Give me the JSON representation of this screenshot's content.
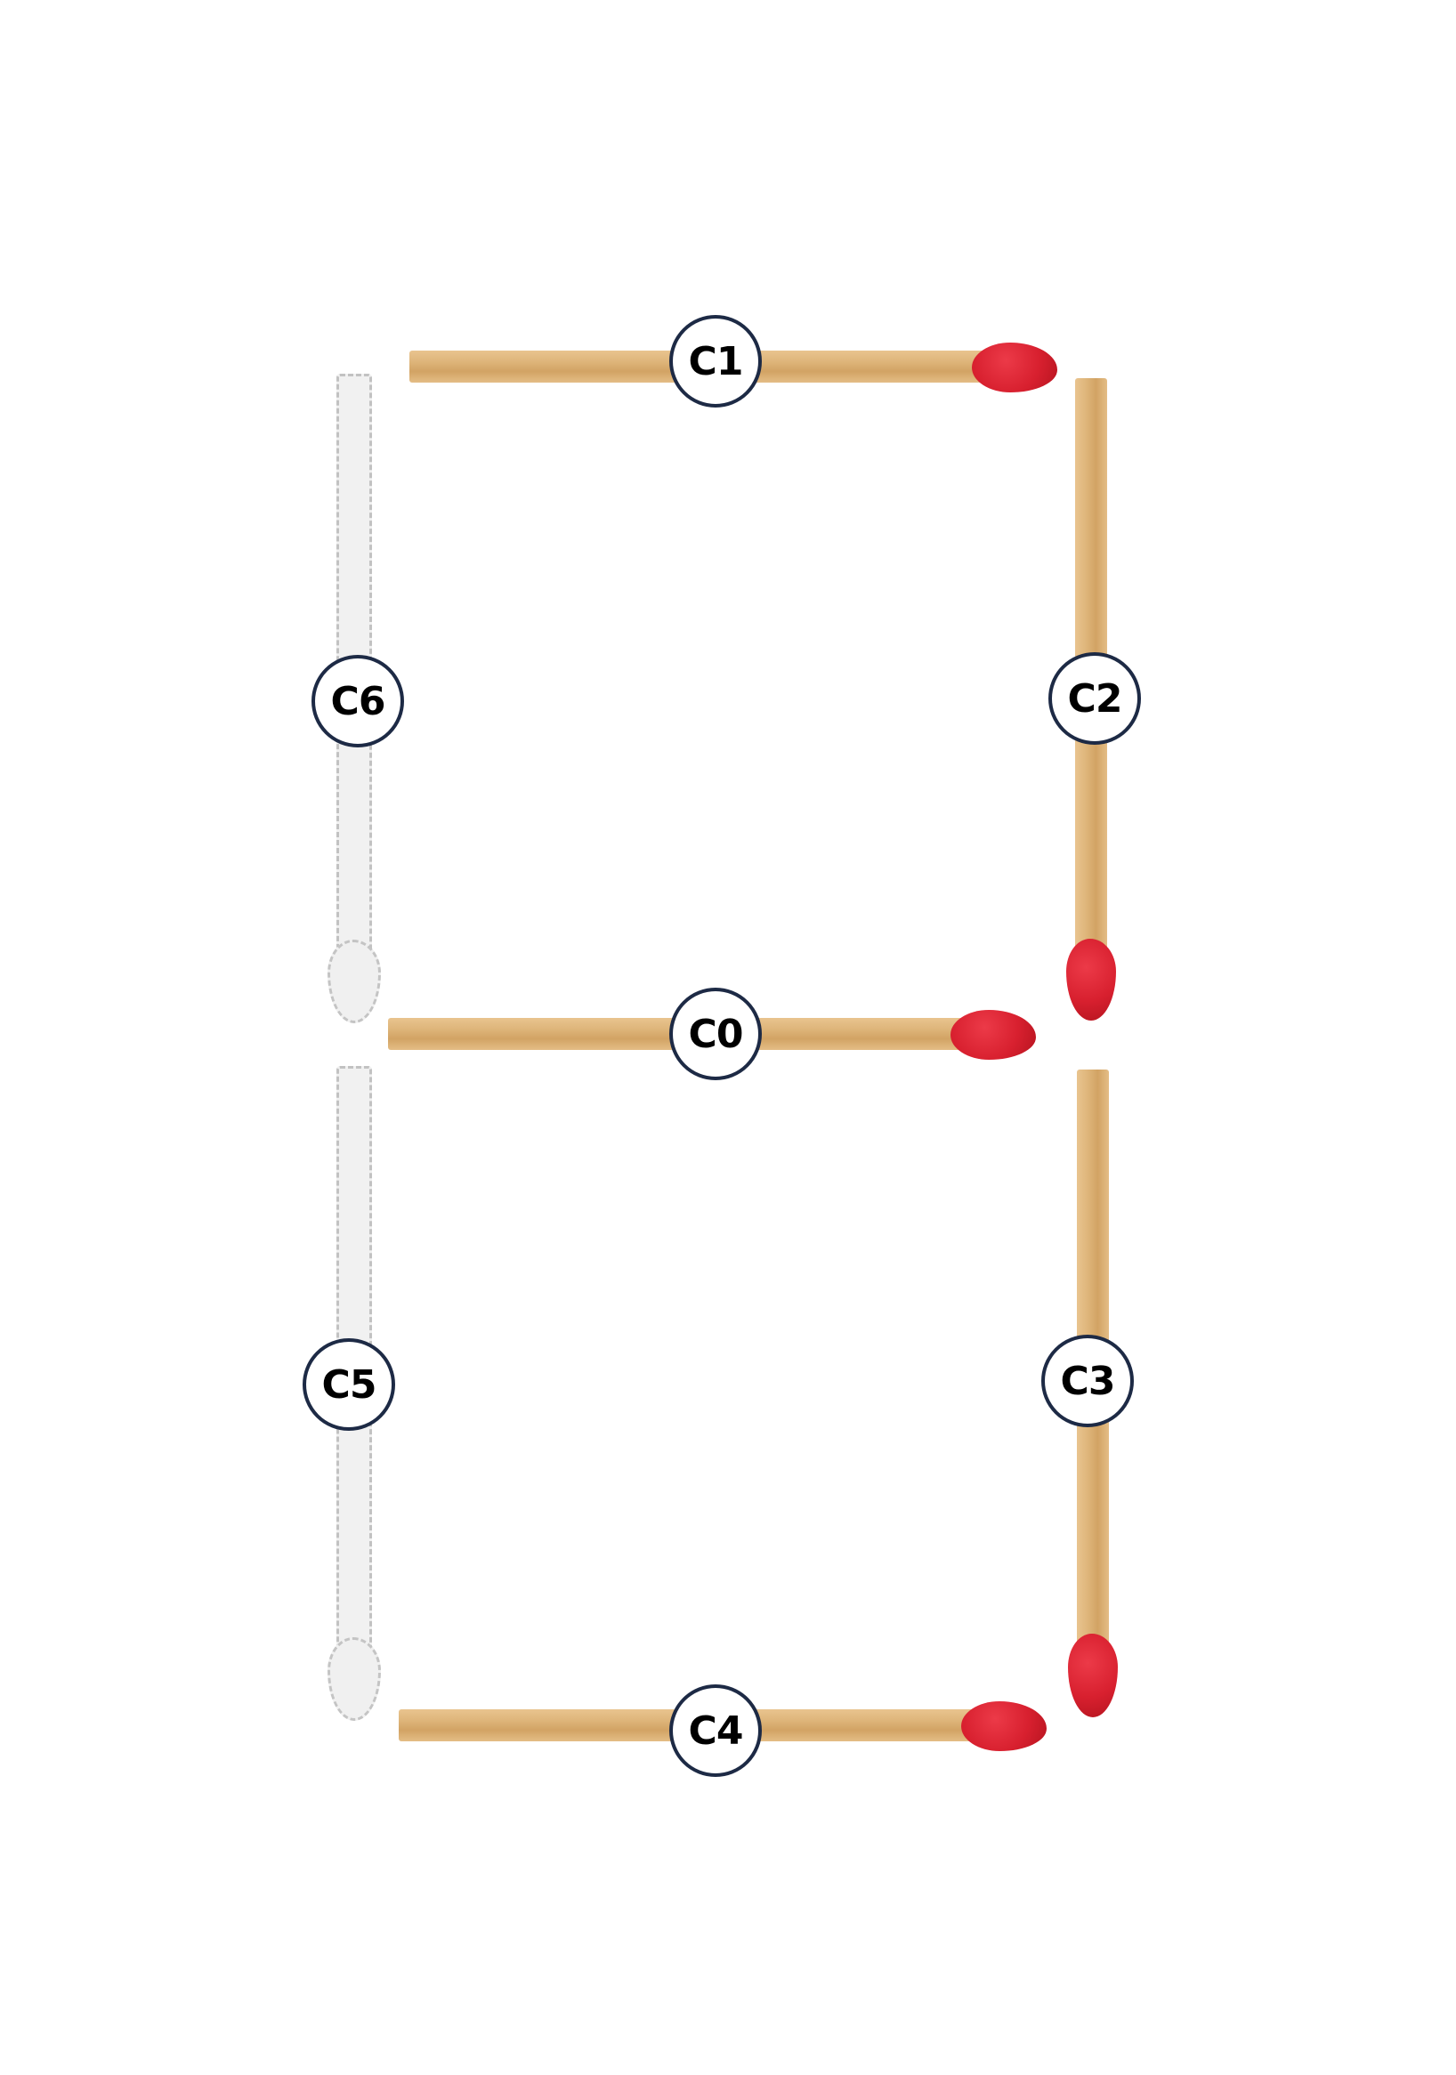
{
  "matches": [
    {
      "id": "C0",
      "label": "C0",
      "orientation": "horizontal",
      "state": "placed",
      "head": "right"
    },
    {
      "id": "C1",
      "label": "C1",
      "orientation": "horizontal",
      "state": "placed",
      "head": "right"
    },
    {
      "id": "C2",
      "label": "C2",
      "orientation": "vertical",
      "state": "placed",
      "head": "bottom"
    },
    {
      "id": "C3",
      "label": "C3",
      "orientation": "vertical",
      "state": "placed",
      "head": "bottom"
    },
    {
      "id": "C4",
      "label": "C4",
      "orientation": "horizontal",
      "state": "placed",
      "head": "right"
    },
    {
      "id": "C5",
      "label": "C5",
      "orientation": "vertical",
      "state": "empty-slot",
      "head": "bottom"
    },
    {
      "id": "C6",
      "label": "C6",
      "orientation": "vertical",
      "state": "empty-slot",
      "head": "bottom"
    }
  ],
  "colors": {
    "stick": "#deb57a",
    "head": "#d8202f",
    "ghost_fill": "#f1f1f1",
    "ghost_outline": "#c2c2c2",
    "label_border": "#1d2a45",
    "label_text": "#000000"
  }
}
